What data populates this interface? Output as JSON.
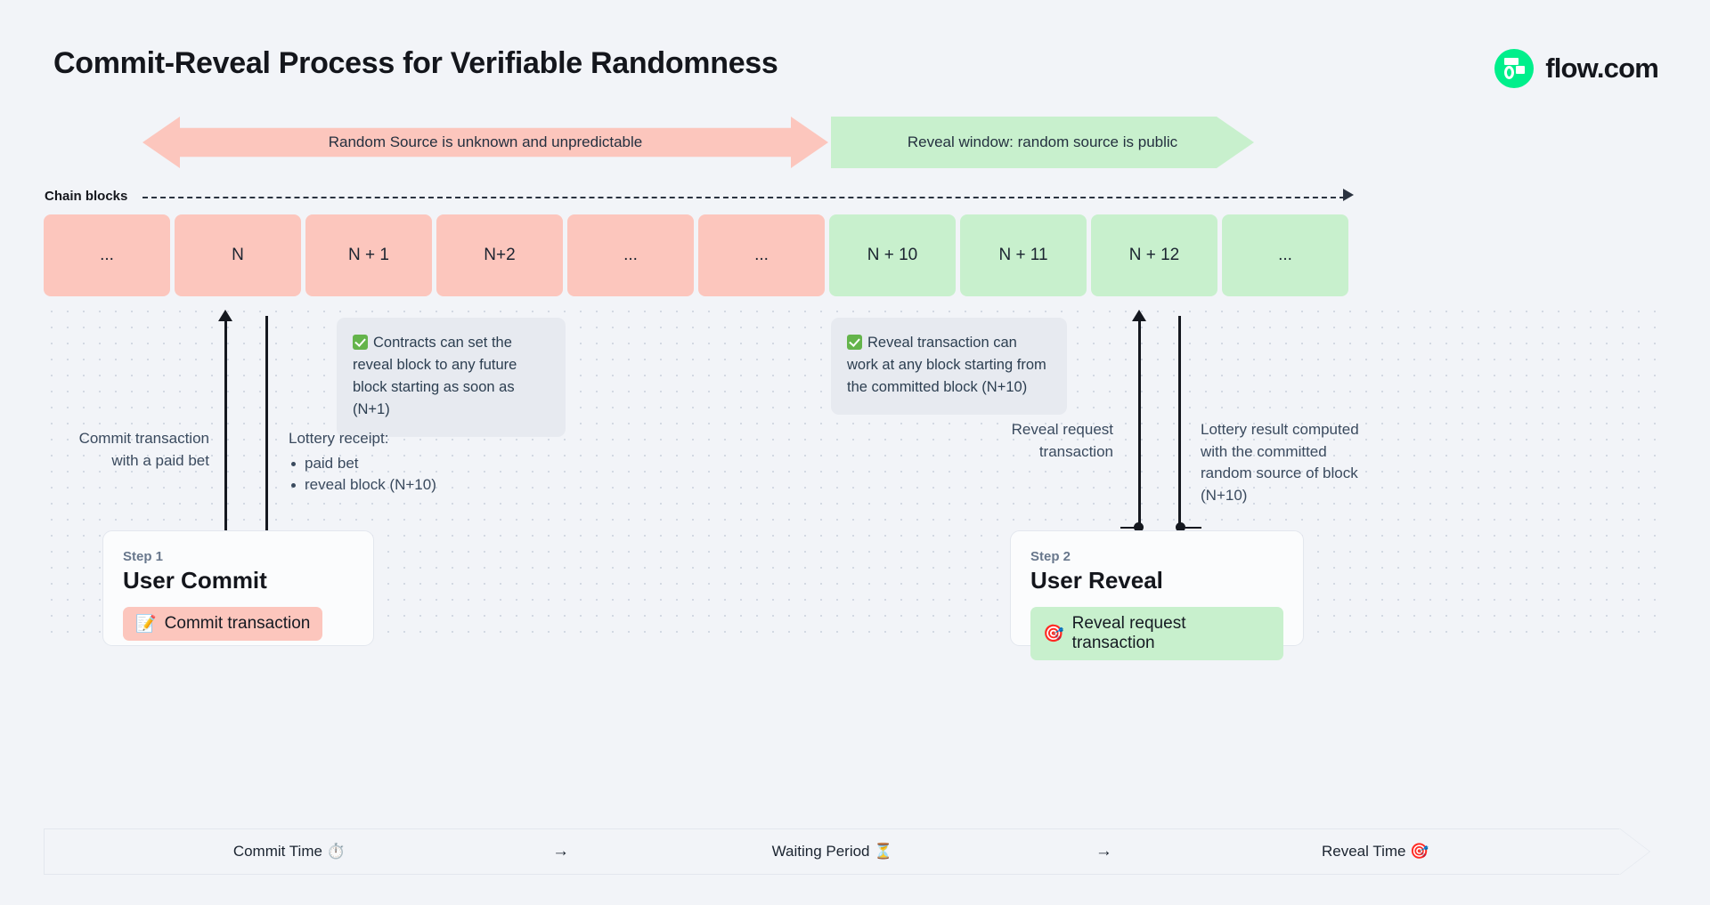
{
  "header": {
    "title": "Commit-Reveal Process for Verifiable Randomness",
    "brand_name": "flow.com",
    "brand_icon": "flow-logo-icon",
    "brand_color": "#00ef8b"
  },
  "banners": [
    {
      "id": "unknown",
      "label": "Random Source is unknown and unpredictable",
      "color": "#fcc6bd",
      "direction": "both"
    },
    {
      "id": "reveal",
      "label": "Reveal window: random source is public",
      "color": "#c8f0cd",
      "direction": "right"
    }
  ],
  "chain": {
    "axis_label": "Chain blocks",
    "axis_style": "dashed-arrow-right",
    "blocks": [
      {
        "label": "...",
        "state": "unknown"
      },
      {
        "label": "N",
        "state": "unknown"
      },
      {
        "label": "N + 1",
        "state": "unknown"
      },
      {
        "label": "N+2",
        "state": "unknown"
      },
      {
        "label": "...",
        "state": "unknown"
      },
      {
        "label": "...",
        "state": "unknown"
      },
      {
        "label": "N + 10",
        "state": "revealed"
      },
      {
        "label": "N + 11",
        "state": "revealed"
      },
      {
        "label": "N + 12",
        "state": "revealed"
      },
      {
        "label": "...",
        "state": "revealed"
      }
    ],
    "colors": {
      "unknown": "#fcc6bd",
      "revealed": "#c8f0cd"
    }
  },
  "callouts": [
    {
      "id": "commit-callout",
      "icon": "check-icon",
      "text": "Contracts can set the reveal block to any future block starting as soon as (N+1)"
    },
    {
      "id": "reveal-callout",
      "icon": "check-icon",
      "text": "Reveal transaction can work at any block starting from the committed block (N+10)"
    }
  ],
  "annotations": {
    "commit_transaction": "Commit transaction\nwith a paid bet",
    "commit_transaction_line1": "Commit transaction",
    "commit_transaction_line2": "with a paid bet",
    "lottery_receipt_title": "Lottery receipt:",
    "lottery_receipt_items": [
      "paid bet",
      "reveal block (N+10)"
    ],
    "reveal_request_line1": "Reveal request",
    "reveal_request_line2": "transaction",
    "lottery_result": "Lottery result computed with the committed random source of block (N+10)"
  },
  "steps": [
    {
      "kicker": "Step 1",
      "title": "User Commit",
      "pill_label": "Commit transaction",
      "pill_icon": "memo-icon",
      "pill_emoji": "📝",
      "pill_color": "#fcc6bd"
    },
    {
      "kicker": "Step 2",
      "title": "User Reveal",
      "pill_label": "Reveal request transaction",
      "pill_icon": "target-icon",
      "pill_emoji": "🎯",
      "pill_color": "#c8f0cd"
    }
  ],
  "timeline": {
    "segments": [
      {
        "label": "Commit Time ⏱️"
      },
      {
        "label": "Waiting Period ⏳"
      },
      {
        "label": "Reveal Time 🎯"
      }
    ],
    "separator": "→"
  }
}
